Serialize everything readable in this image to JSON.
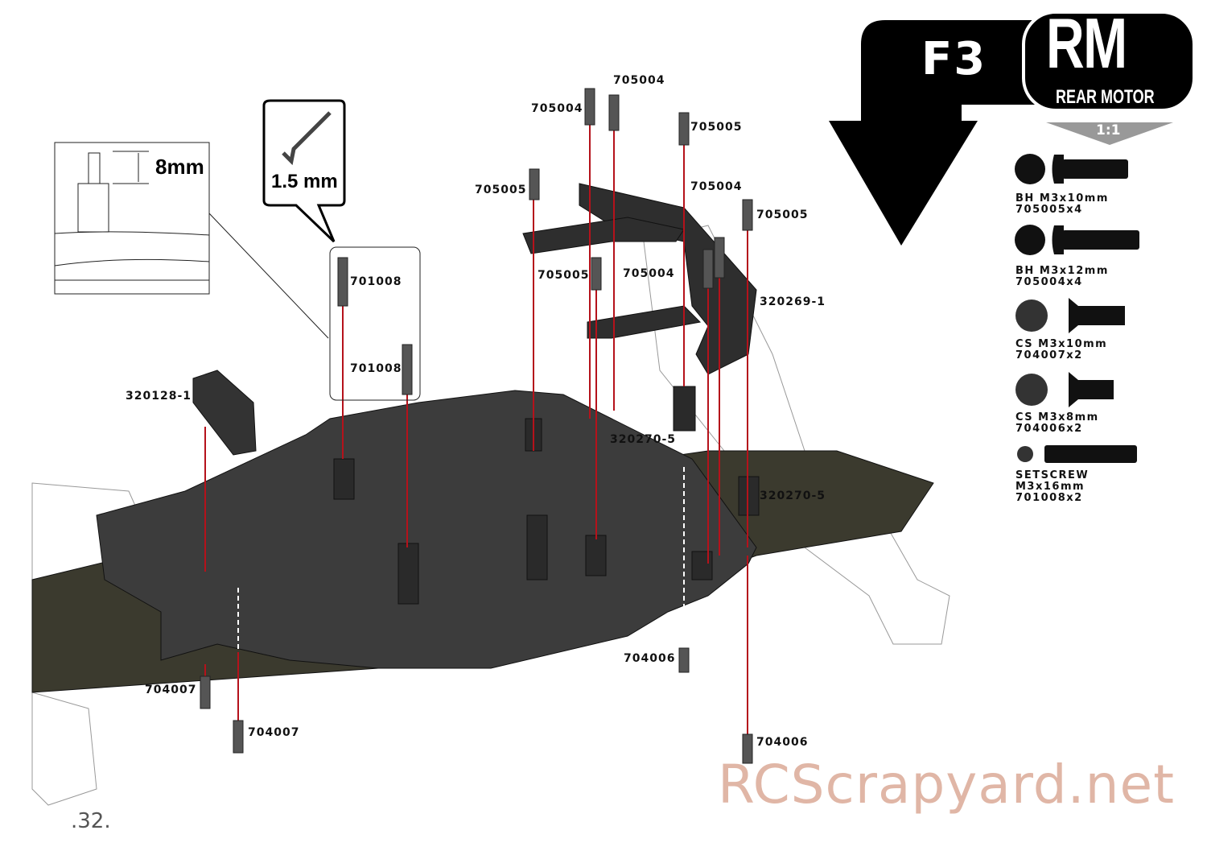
{
  "header": {
    "step": "F3",
    "badge": "RM",
    "badge_sub": "REAR MOTOR",
    "scale": "1:1"
  },
  "inset": {
    "dimension": "8mm"
  },
  "tool": {
    "size": "1.5 mm"
  },
  "labels": [
    "705004",
    "705004",
    "705005",
    "705005",
    "705004",
    "705005",
    "705005",
    "705004",
    "320269-1",
    "701008",
    "701008",
    "320128-1",
    "320270-5",
    "320270-5",
    "704006",
    "704007",
    "704007",
    "704006"
  ],
  "parts": [
    {
      "type": "BH M3x10mm",
      "code": "705005x4"
    },
    {
      "type": "BH M3x12mm",
      "code": "705004x4"
    },
    {
      "type": "CS M3x10mm",
      "code": "704007x2"
    },
    {
      "type": "CS M3x8mm",
      "code": "704006x2"
    },
    {
      "type": "SETSCREW",
      "size": "M3x16mm",
      "code": "701008x2"
    }
  ],
  "page_number": ".32.",
  "watermark": "RCScrapyard.net"
}
